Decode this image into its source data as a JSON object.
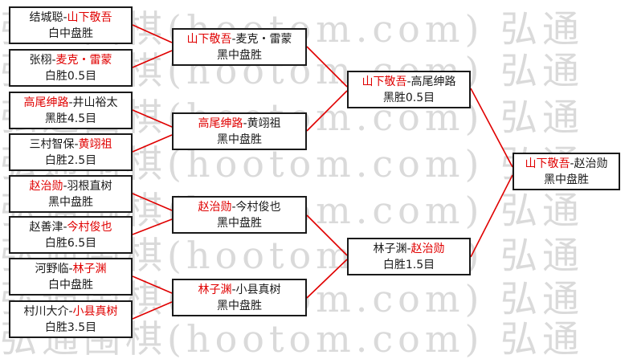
{
  "watermark": "弘通围棋(hootom.com) 弘通",
  "colors": {
    "line": "#e00000",
    "winner": "#e00000",
    "text": "#1a1a1a",
    "border": "#1a1a1a"
  },
  "matches": {
    "r1": [
      {
        "p1": "结城聪",
        "p2": "山下敬吾",
        "winner": 2,
        "result": "白中盘胜"
      },
      {
        "p1": "张栩",
        "p2": "麦克・雷蒙",
        "winner": 2,
        "result": "白胜0.5目"
      },
      {
        "p1": "高尾绅路",
        "p2": "井山裕太",
        "winner": 1,
        "result": "黑胜4.5目"
      },
      {
        "p1": "三村智保",
        "p2": "黄翊祖",
        "winner": 2,
        "result": "白胜2.5目"
      },
      {
        "p1": "赵治勋",
        "p2": "羽根直树",
        "winner": 1,
        "result": "黑中盘胜"
      },
      {
        "p1": "赵善津",
        "p2": "今村俊也",
        "winner": 2,
        "result": "白胜6.5目"
      },
      {
        "p1": "河野临",
        "p2": "林子渊",
        "winner": 2,
        "result": "白中盘胜"
      },
      {
        "p1": "村川大介",
        "p2": "小县真树",
        "winner": 2,
        "result": "白胜3.5目"
      }
    ],
    "r2": [
      {
        "p1": "山下敬吾",
        "p2": "麦克・雷蒙",
        "winner": 1,
        "result": "黑中盘胜"
      },
      {
        "p1": "高尾绅路",
        "p2": "黄翊祖",
        "winner": 1,
        "result": "黑中盘胜"
      },
      {
        "p1": "赵治勋",
        "p2": "今村俊也",
        "winner": 1,
        "result": "黑中盘胜"
      },
      {
        "p1": "林子渊",
        "p2": "小县真树",
        "winner": 1,
        "result": "黑中盘胜"
      }
    ],
    "r3": [
      {
        "p1": "山下敬吾",
        "p2": "高尾绅路",
        "winner": 1,
        "result": "黑胜0.5目"
      },
      {
        "p1": "林子渊",
        "p2": "赵治勋",
        "winner": 2,
        "result": "白胜1.5目"
      }
    ],
    "r4": [
      {
        "p1": "山下敬吾",
        "p2": "赵治勋",
        "winner": 1,
        "result": "黑中盘胜"
      }
    ]
  }
}
